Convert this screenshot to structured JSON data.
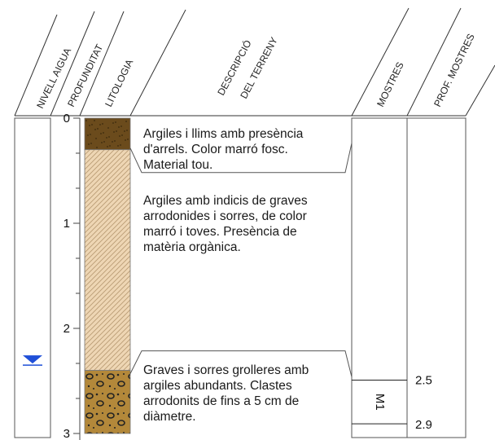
{
  "headers": {
    "nivell_aigua": "NIVELL AIGUA",
    "profunditat": "PROFUNDITAT",
    "litologia": "LITOLOGIA",
    "descripcio_line1": "DESCRIPCIÓ",
    "descripcio_line2": "DEL TERRENY",
    "mostres": "MOSTRES",
    "prof_mostres": "PROF. MOSTRES"
  },
  "depth_axis": {
    "unit": "m",
    "range": [
      0,
      3
    ],
    "tick_labels": [
      "0",
      "1",
      "2",
      "3"
    ]
  },
  "water_level": {
    "depth": 2.35,
    "color": "#1f4fd8"
  },
  "layers": [
    {
      "top": 0.0,
      "bottom": 0.3,
      "fill": "#6b4b1c",
      "pattern": "solid",
      "description": "Argiles i llims amb presència d'arrels. Color marró fosc. Material tou."
    },
    {
      "top": 0.3,
      "bottom": 2.4,
      "fill": "#e9cfac",
      "pattern": "hatch",
      "description": "Argiles amb indicis de graves arrodonides i sorres, de color marró i toves. Presència de matèria orgànica."
    },
    {
      "top": 2.4,
      "bottom": 3.0,
      "fill": "#b08537",
      "pattern": "gravel",
      "description": "Graves i sorres grolleres amb argiles abundants. Clastes arrodonits de fins a 5 cm de diàmetre."
    }
  ],
  "samples": [
    {
      "id": "M1",
      "top": 2.5,
      "bottom": 2.9,
      "top_label": "2.5",
      "bottom_label": "2.9"
    }
  ]
}
